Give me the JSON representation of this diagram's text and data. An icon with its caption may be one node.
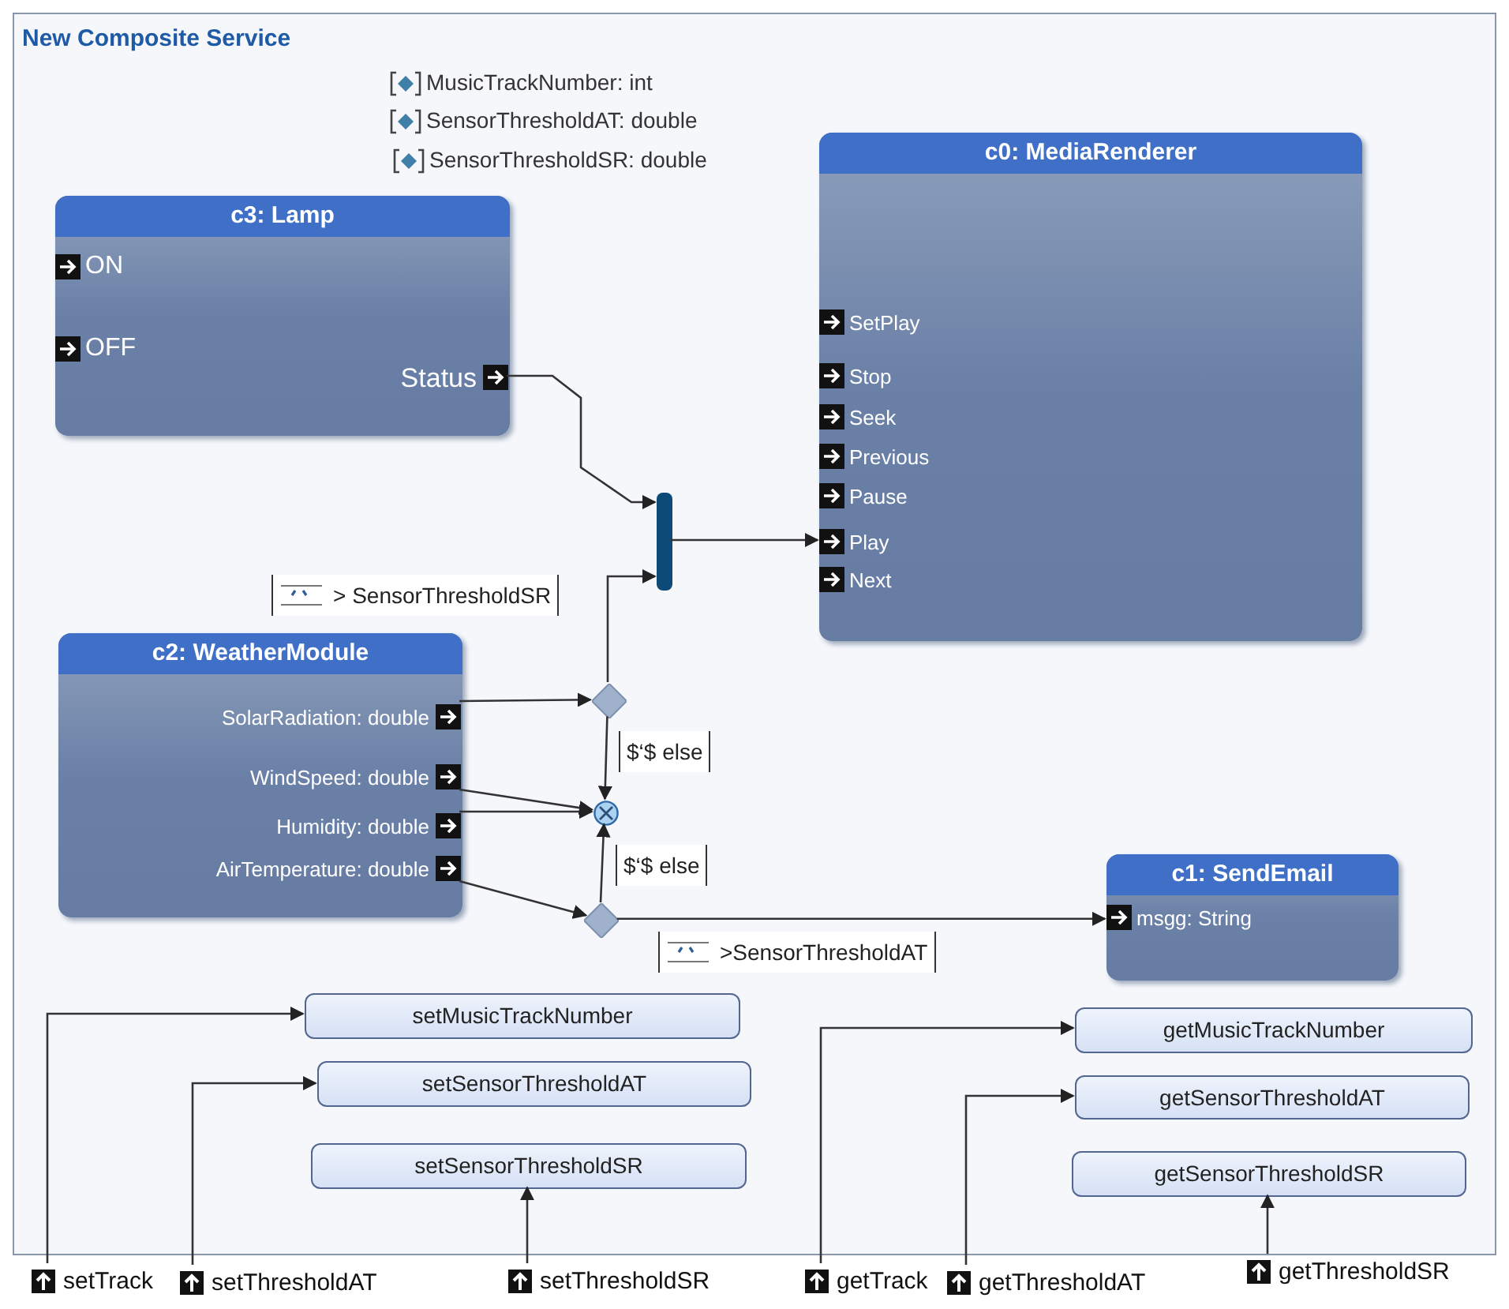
{
  "diagram": {
    "nodes": [
      {
        "text": [
          "New Composite Service"
        ]
      },
      {
        "text": [
          "c3: Lamp"
        ],
        "in": 0
      },
      {
        "text": [
          "ON"
        ],
        "in": 1
      },
      {
        "text": [
          "OFF"
        ],
        "in": 1
      },
      {
        "text": [
          "Status"
        ],
        "in": 1
      },
      {
        "text": [
          "c0: MediaRenderer"
        ],
        "in": 0
      },
      {
        "text": [
          "SetPlay"
        ],
        "in": 5
      },
      {
        "text": [
          "Stop"
        ],
        "in": 5
      },
      {
        "text": [
          "Seek"
        ],
        "in": 5
      },
      {
        "text": [
          "Previous"
        ],
        "in": 5
      },
      {
        "text": [
          "Pause"
        ],
        "in": 5
      },
      {
        "text": [
          "Play"
        ],
        "in": 5
      },
      {
        "text": [
          "Next"
        ],
        "in": 5
      },
      {
        "text": [
          "c2: WeatherModule"
        ],
        "in": 0
      },
      {
        "text": [
          "SolarRadiation: double"
        ],
        "in": 13
      },
      {
        "text": [
          "WindSpeed: double"
        ],
        "in": 13
      },
      {
        "text": [
          "Humidity: double"
        ],
        "in": 13
      },
      {
        "text": [
          "AirTemperature: double"
        ],
        "in": 13
      },
      {
        "text": [
          "c1: SendEmail"
        ],
        "in": 0
      },
      {
        "text": [
          "msgg: String"
        ],
        "in": 18
      },
      {
        "text": [],
        "shape": "bar",
        "in": 0
      },
      {
        "text": [],
        "shape": "diamond",
        "in": 0
      },
      {
        "text": [],
        "shape": "circle",
        "in": 0
      },
      {
        "text": [],
        "shape": "diamond",
        "in": 0
      },
      {
        "text": [
          "setMusicTrackNumber"
        ],
        "in": 0
      },
      {
        "text": [
          "setSensorThresholdAT"
        ],
        "in": 0
      },
      {
        "text": [
          "setSensorThresholdSR"
        ],
        "in": 0
      },
      {
        "text": [
          "getMusicTrackNumber"
        ],
        "in": 0
      },
      {
        "text": [
          "getSensorThresholdAT"
        ],
        "in": 0
      },
      {
        "text": [
          "getSensorThresholdSR"
        ],
        "in": 0
      },
      {
        "text": [
          "setTrack"
        ]
      },
      {
        "text": [
          "setThresholdAT"
        ]
      },
      {
        "text": [
          "setThresholdSR"
        ]
      },
      {
        "text": [
          "getTrack"
        ]
      },
      {
        "text": [
          "getThresholdAT"
        ]
      },
      {
        "text": [
          "getThresholdSR"
        ]
      }
    ],
    "edges": [
      {
        "from": 4,
        "to": 20,
        "arrow": "to"
      },
      {
        "from": 21,
        "to": 20,
        "arrow": "to",
        "label": "> SensorThresholdSR"
      },
      {
        "from": 20,
        "to": 11,
        "arrow": "to"
      },
      {
        "from": 14,
        "to": 21,
        "arrow": "to"
      },
      {
        "from": 21,
        "to": 22,
        "arrow": "to",
        "label": "$‘$ else"
      },
      {
        "from": 15,
        "to": 22,
        "arrow": "to"
      },
      {
        "from": 16,
        "to": 22,
        "arrow": "to"
      },
      {
        "from": 17,
        "to": 23,
        "arrow": "to"
      },
      {
        "from": 23,
        "to": 22,
        "arrow": "to",
        "label": "$‘$ else"
      },
      {
        "from": 23,
        "to": 19,
        "arrow": "to",
        "label": ">SensorThresholdAT"
      },
      {
        "from": 30,
        "to": 24,
        "arrow": "to"
      },
      {
        "from": 31,
        "to": 25,
        "arrow": "to"
      },
      {
        "from": 32,
        "to": 26,
        "arrow": "to"
      },
      {
        "from": 33,
        "to": 27,
        "arrow": "to"
      },
      {
        "from": 34,
        "to": 28,
        "arrow": "to"
      },
      {
        "from": 35,
        "to": 29,
        "arrow": "to"
      }
    ],
    "labels": [
      "MusicTrackNumber: int",
      "SensorThresholdAT: double",
      "SensorThresholdSR: double"
    ]
  }
}
